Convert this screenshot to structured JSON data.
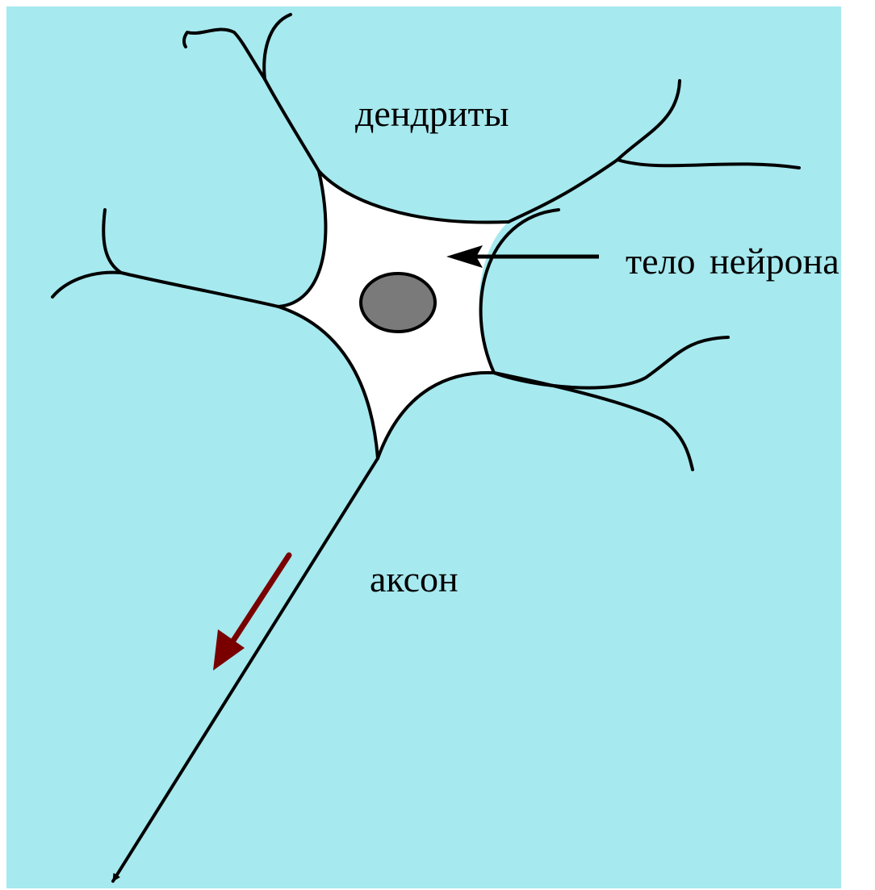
{
  "colors": {
    "background": "#a6e9ef",
    "outline": "#000000",
    "cell_body": "#ffffff",
    "nucleus": "#7a7a7a",
    "signal_arrow": "#7a0000"
  },
  "labels": {
    "dendrites": "дендриты",
    "cell_body": "тело нейрона",
    "axon": "аксон"
  }
}
